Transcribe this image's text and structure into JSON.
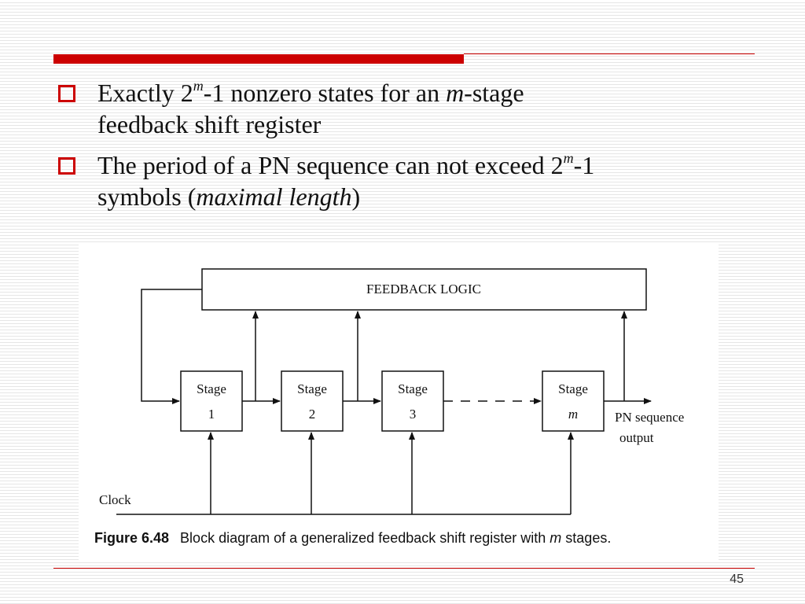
{
  "slide": {
    "bullets": [
      {
        "line1_prefix": "Exactly 2",
        "line1_sup": "m",
        "line1_mid": "-1 nonzero states for an ",
        "line1_em": "m",
        "line1_suffix": "-stage",
        "line2": "feedback shift register"
      },
      {
        "line1_prefix": "The period of a PN sequence can not exceed 2",
        "line1_sup": "m",
        "line1_suffix": "-1",
        "line2_prefix": "symbols (",
        "line2_em": "maximal length",
        "line2_suffix": ")"
      }
    ],
    "page_number": "45"
  },
  "figure": {
    "feedback_logic_label": "FEEDBACK LOGIC",
    "stages": [
      {
        "title": "Stage",
        "index": "1"
      },
      {
        "title": "Stage",
        "index": "2"
      },
      {
        "title": "Stage",
        "index": "3"
      },
      {
        "title": "Stage",
        "index": "m"
      }
    ],
    "output_label_line1": "PN sequence",
    "output_label_line2": "output",
    "clock_label": "Clock",
    "caption_label": "Figure 6.48",
    "caption_prefix": "Block diagram of a generalized feedback shift register with ",
    "caption_em": "m",
    "caption_suffix": " stages."
  },
  "colors": {
    "accent": "#cc0000",
    "text": "#111111"
  }
}
